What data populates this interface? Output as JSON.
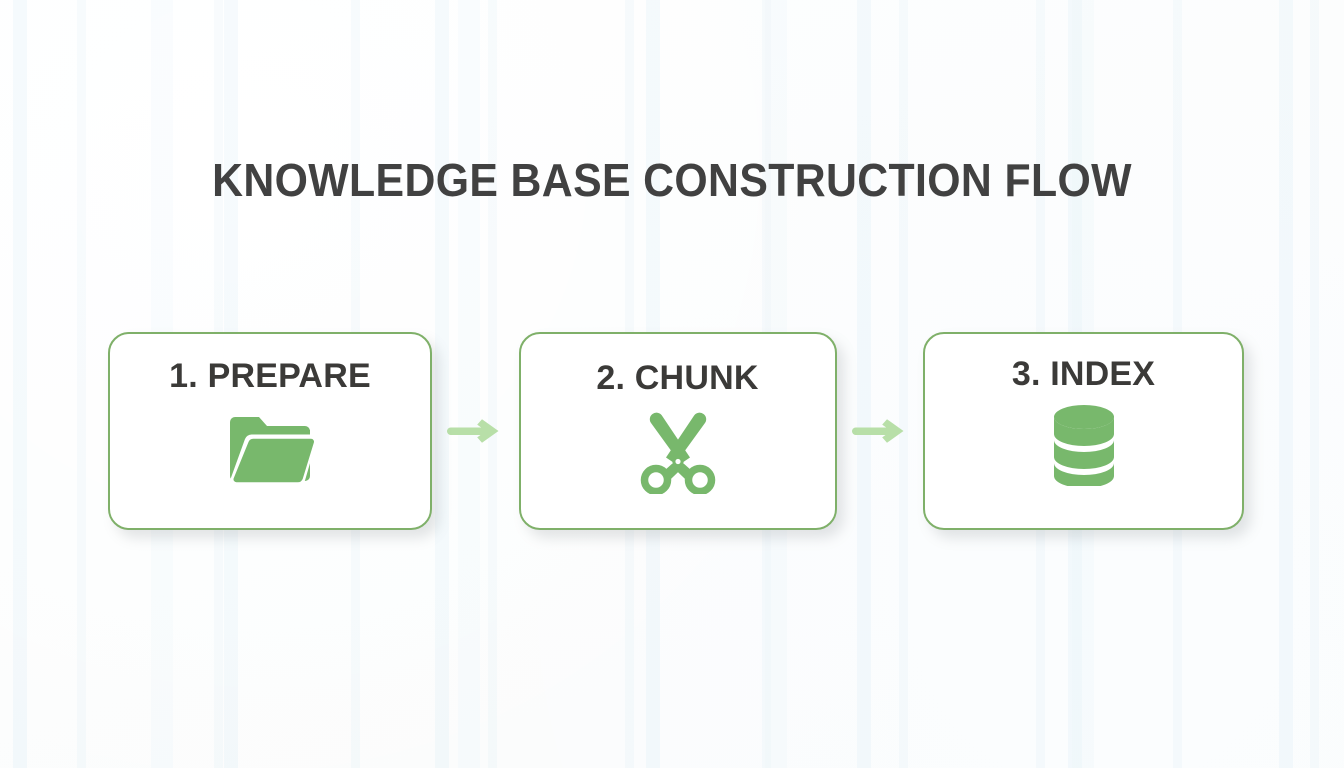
{
  "page": {
    "title": "KNOWLEDGE BASE CONSTRUCTION FLOW",
    "background_color": "#fdfefe",
    "title_color": "#414141"
  },
  "theme": {
    "card_border_color": "#7fb069",
    "card_background": "#ffffff",
    "icon_color": "#78b86c",
    "arrow_color": "#b8dfa8",
    "label_color": "#3b3a38"
  },
  "flow": {
    "steps": [
      {
        "label": "1. PREPARE",
        "number": "1",
        "name": "PREPARE",
        "icon": "folder-icon"
      },
      {
        "label": "2. CHUNK",
        "number": "2",
        "name": "CHUNK",
        "icon": "scissors-icon"
      },
      {
        "label": "3. INDEX",
        "number": "3",
        "name": "INDEX",
        "icon": "database-icon"
      }
    ],
    "connectors": [
      {
        "from": "1. PREPARE",
        "to": "2. CHUNK",
        "icon": "arrow-right-icon"
      },
      {
        "from": "2. CHUNK",
        "to": "3. INDEX",
        "icon": "arrow-right-icon"
      }
    ]
  }
}
